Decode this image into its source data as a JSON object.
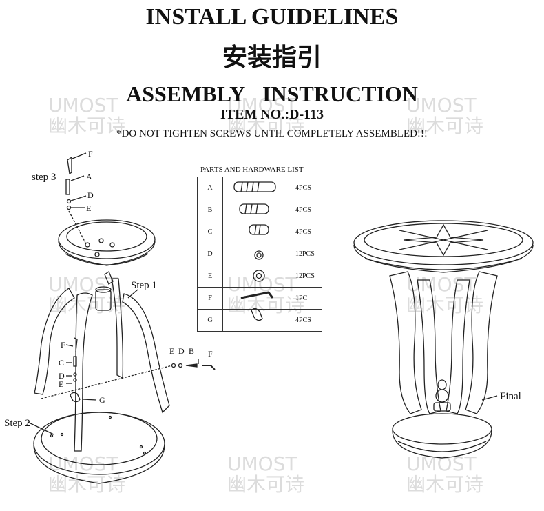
{
  "header": {
    "title_en": "INSTALL GUIDELINES",
    "title_cn": "安装指引"
  },
  "subheader": {
    "assembly": "ASSEMBLY   INSTRUCTION",
    "item_no": "ITEM NO.:D-113",
    "note": "*DO NOT TIGHTEN SCREWS UNTIL COMPLETELY ASSEMBLED!!!"
  },
  "watermark": {
    "brand": "UMOST",
    "cn": "幽木可诗"
  },
  "parts_list": {
    "title": "PARTS AND HARDWARE LIST",
    "rows": [
      {
        "id": "A",
        "qty": "4PCS",
        "icon": "long-bolt-icon"
      },
      {
        "id": "B",
        "qty": "4PCS",
        "icon": "medium-bolt-icon"
      },
      {
        "id": "C",
        "qty": "4PCS",
        "icon": "short-bolt-icon"
      },
      {
        "id": "D",
        "qty": "12PCS",
        "icon": "small-washer-icon"
      },
      {
        "id": "E",
        "qty": "12PCS",
        "icon": "large-washer-icon"
      },
      {
        "id": "F",
        "qty": "1PC",
        "icon": "allen-key-icon"
      },
      {
        "id": "G",
        "qty": "4PCS",
        "icon": "bracket-icon"
      }
    ]
  },
  "diagram": {
    "step1": "Step 1",
    "step2": "Step 2",
    "step3": "step 3",
    "final": "Final",
    "labels": {
      "A": "A",
      "B": "B",
      "C": "C",
      "D": "D",
      "E": "E",
      "F": "F",
      "G": "G"
    }
  },
  "colors": {
    "line": "#222222",
    "watermark": "#dcdcdc"
  }
}
